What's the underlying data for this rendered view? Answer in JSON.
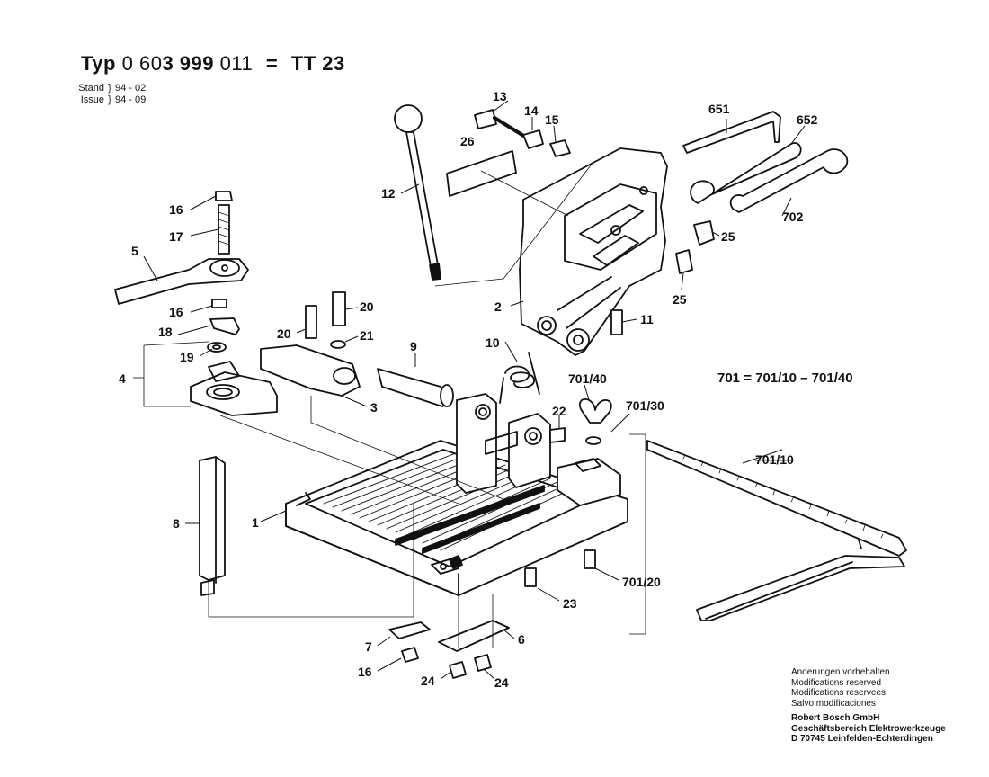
{
  "header": {
    "typ_label": "Typ",
    "part_prefix": "0 60",
    "part_mid": "3 999",
    "part_suffix": "011",
    "equals": "=",
    "model": "TT 23"
  },
  "revision": {
    "stand_label": "Stand",
    "stand_value": "94 - 02",
    "issue_label": "Issue",
    "issue_value": "94 - 09",
    "brace": "}"
  },
  "formula": "701 = 701/10 – 701/40",
  "callouts": {
    "c13": "13",
    "c14": "14",
    "c15": "15",
    "c26": "26",
    "c12": "12",
    "c651": "651",
    "c652": "652",
    "c702": "702",
    "c16a": "16",
    "c17": "17",
    "c5": "5",
    "c16b": "16",
    "c18": "18",
    "c19": "19",
    "c4": "4",
    "c20a": "20",
    "c20b": "20",
    "c21": "21",
    "c3": "3",
    "c9": "9",
    "c10": "10",
    "c2": "2",
    "c11": "11",
    "c25a": "25",
    "c25b": "25",
    "c70140": "701/40",
    "c70130": "701/30",
    "c22": "22",
    "c70110": "701/10",
    "c8": "8",
    "c1": "1",
    "c23": "23",
    "c70120": "701/20",
    "c7": "7",
    "c6": "6",
    "c16c": "16",
    "c24a": "24",
    "c24b": "24"
  },
  "notes": {
    "line1": "Anderungen vorbehalten",
    "line2": "Modifications reserved",
    "line3": "Modifications reservees",
    "line4": "Salvo modificaciones",
    "company1": "Robert Bosch GmbH",
    "company2": "Geschäftsbereich Elektrowerkzeuge",
    "company3": "D 70745 Leinfelden-Echterdingen"
  }
}
